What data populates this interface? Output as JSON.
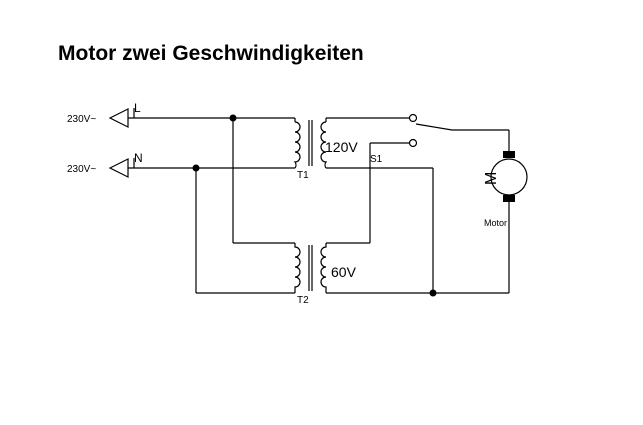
{
  "title": "Motor zwei Geschwindigkeiten",
  "sources": {
    "l_voltage": "230V~",
    "l_name": "L",
    "n_voltage": "230V~",
    "n_name": "N"
  },
  "transformers": {
    "t1_name": "T1",
    "t1_voltage": "120V",
    "t2_name": "T2",
    "t2_voltage": "60V"
  },
  "switch": {
    "name": "S1"
  },
  "motor": {
    "name": "Motor",
    "symbol": "M"
  },
  "colors": {
    "ink": "#000000",
    "background": "#ffffff"
  }
}
